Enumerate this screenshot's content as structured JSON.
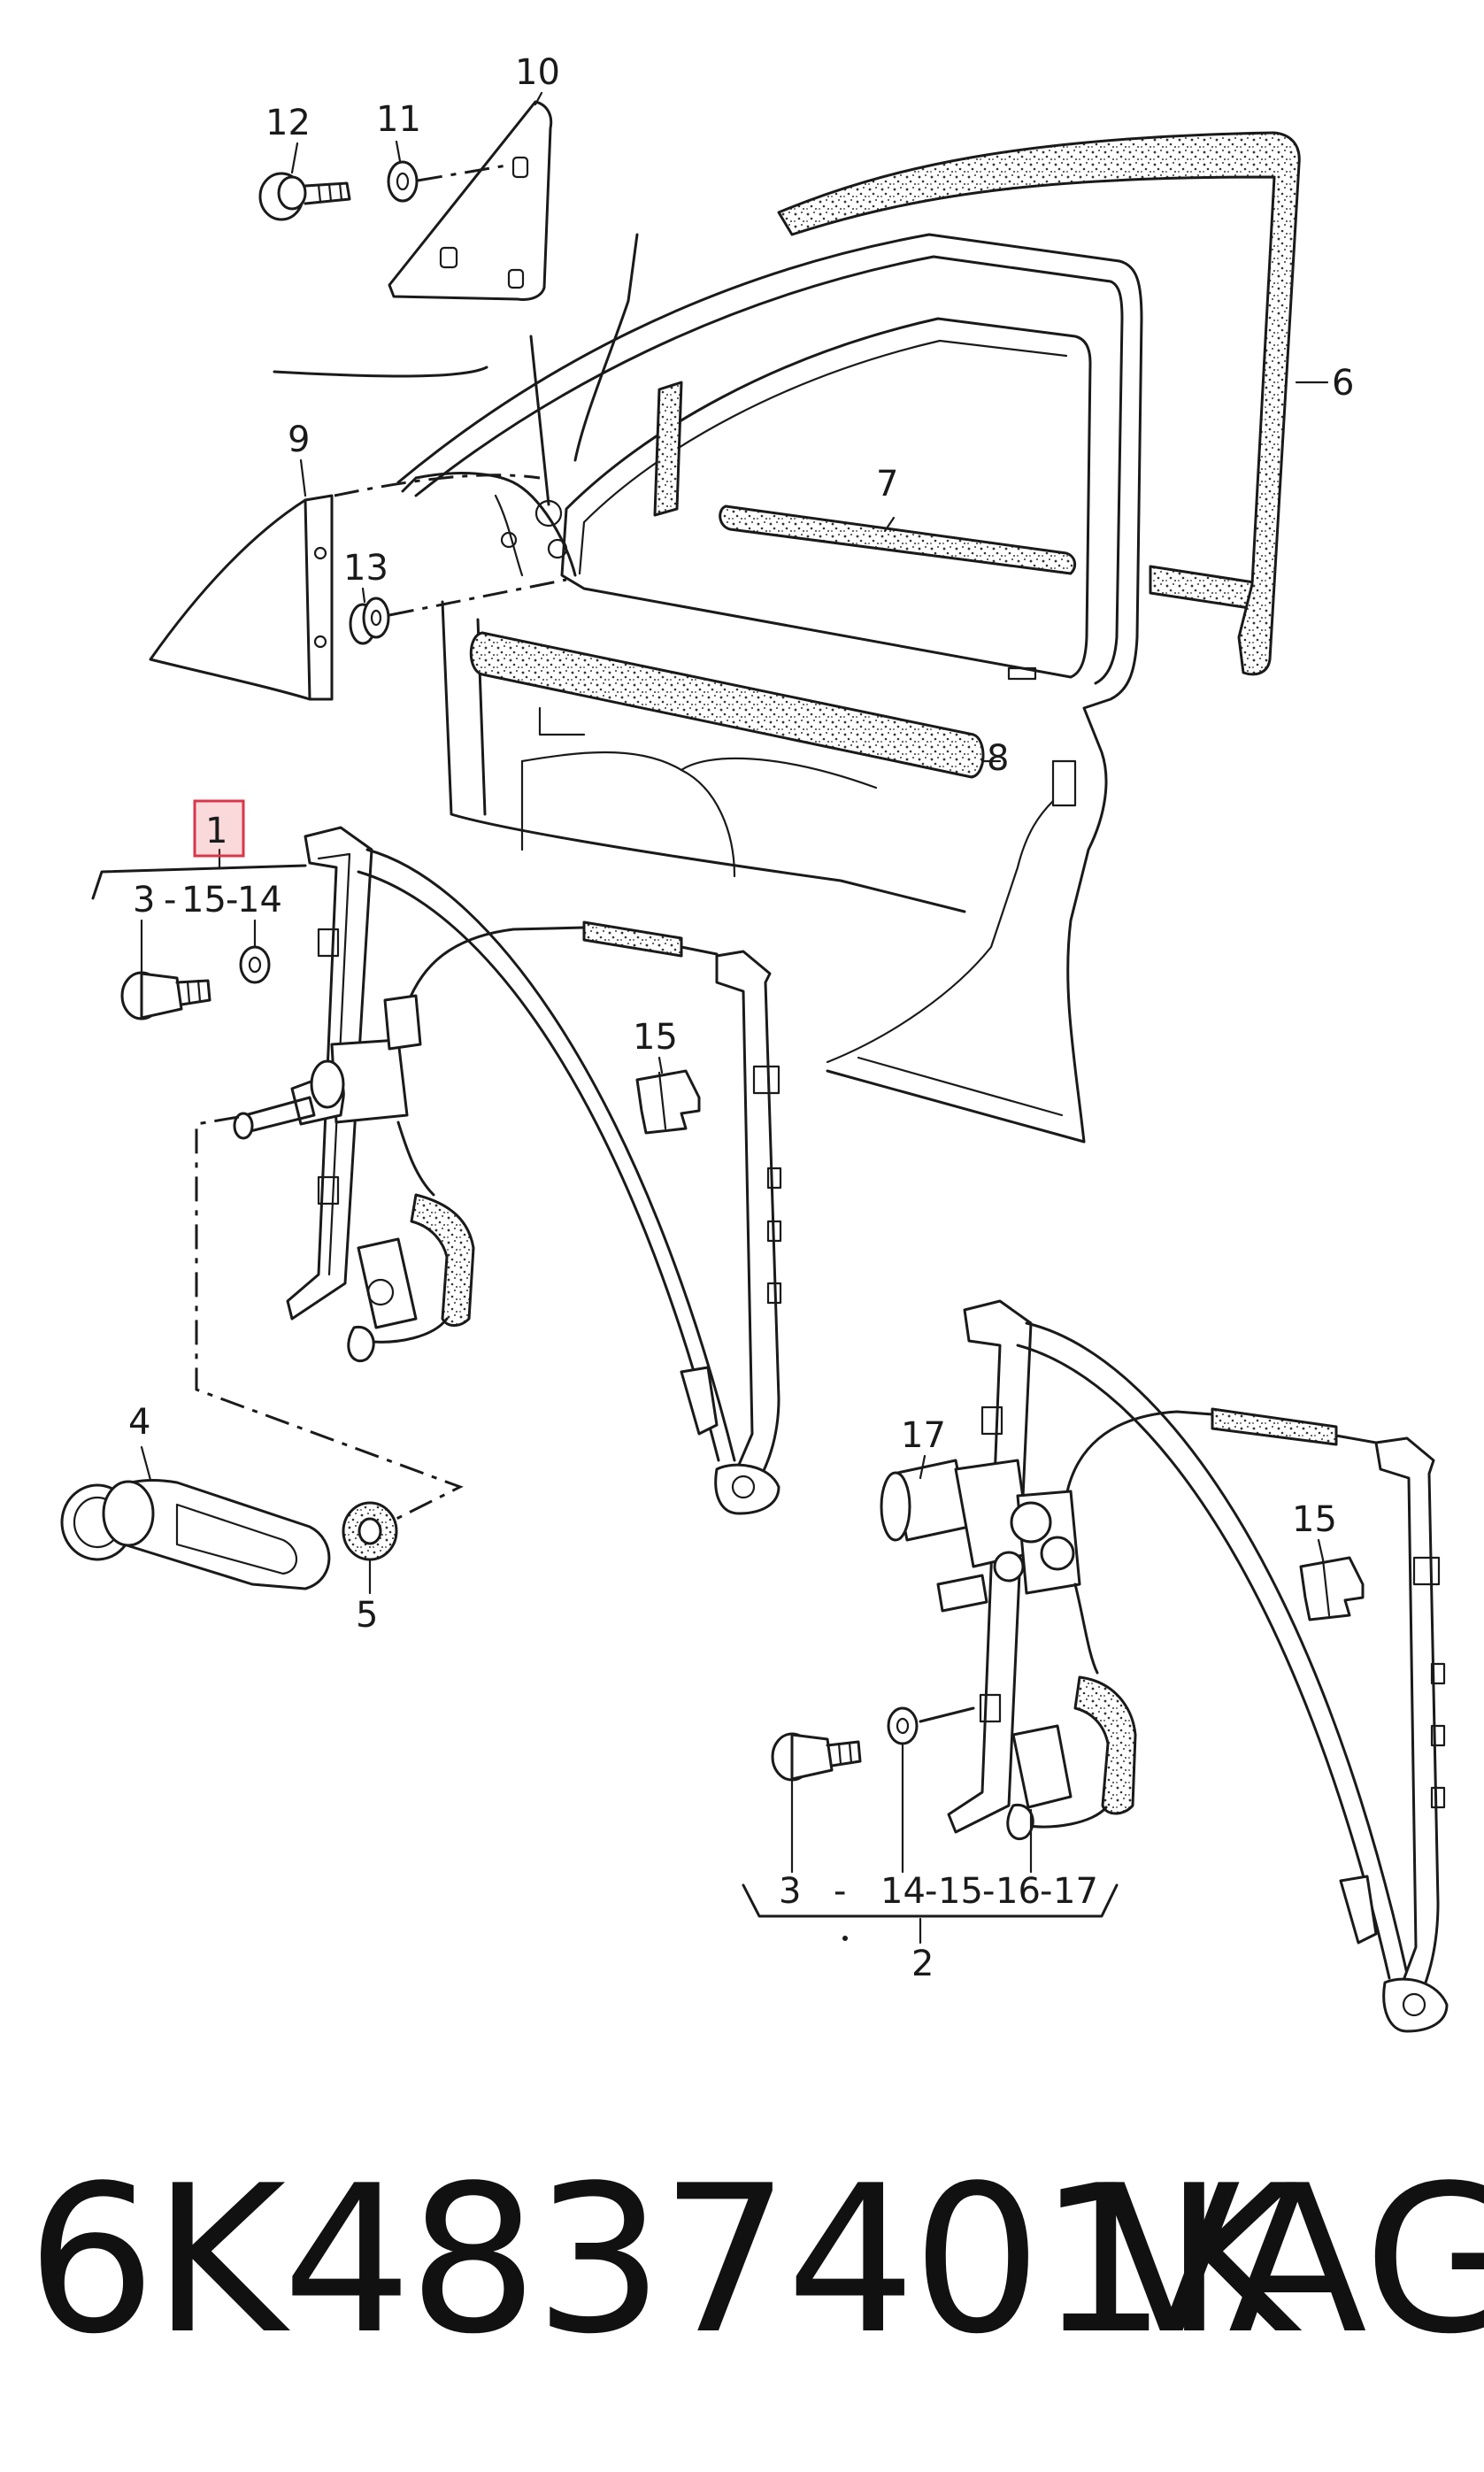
{
  "callouts": {
    "c1": "1",
    "c2": "2",
    "c4": "4",
    "c5": "5",
    "c6": "6",
    "c7": "7",
    "c8": "8",
    "c9": "9",
    "c10": "10",
    "c11": "11",
    "c12": "12",
    "c13": "13",
    "c15a": "15",
    "c15b": "15",
    "c17": "17"
  },
  "groups": {
    "g_left_3": "3",
    "g_left_15": "15",
    "g_left_14": "14",
    "g_right_3": "3",
    "g_right_14": "14",
    "g_right_15": "15",
    "g_right_16": "16",
    "g_right_17": "17"
  },
  "footer": {
    "part_number": "6K4837401K",
    "brand": "VAG"
  },
  "colors": {
    "highlight": "#d9364a",
    "ink": "#1a1a1a"
  }
}
